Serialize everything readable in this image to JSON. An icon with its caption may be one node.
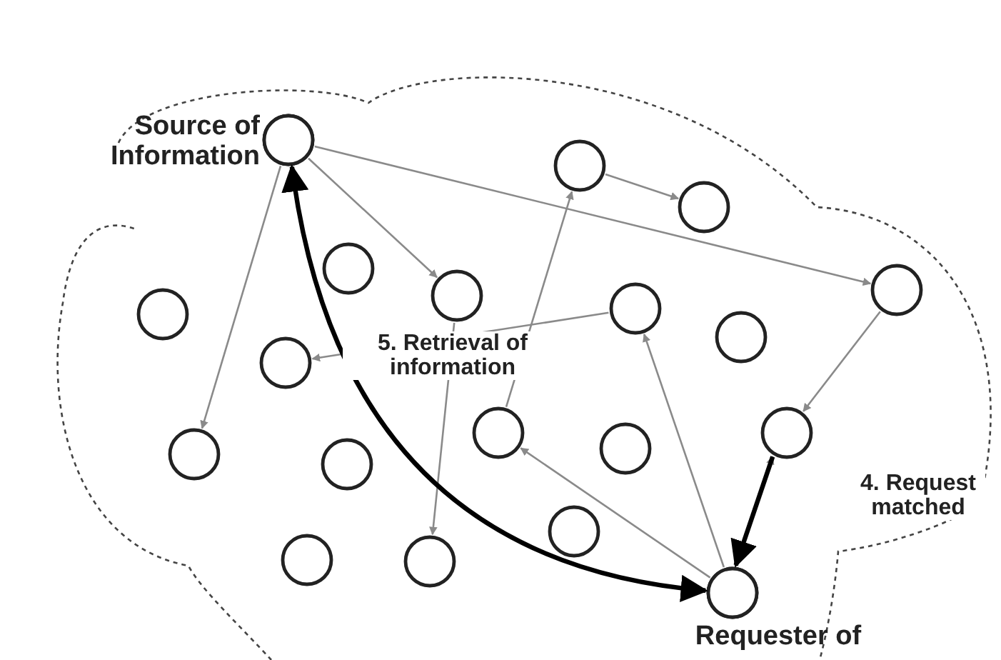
{
  "diagram": {
    "nodes": [
      {
        "text": [
          "Source of Information"
        ]
      },
      {
        "text": [],
        "shape": "circle"
      },
      {
        "text": [],
        "shape": "circle"
      },
      {
        "text": [],
        "shape": "circle"
      },
      {
        "text": [],
        "shape": "circle"
      },
      {
        "text": [],
        "shape": "circle"
      },
      {
        "text": [],
        "shape": "circle"
      },
      {
        "text": [],
        "shape": "circle"
      },
      {
        "text": [],
        "shape": "circle"
      },
      {
        "text": [],
        "shape": "circle"
      },
      {
        "text": [],
        "shape": "circle"
      },
      {
        "text": [],
        "shape": "circle"
      },
      {
        "text": [],
        "shape": "circle"
      },
      {
        "text": [],
        "shape": "circle"
      },
      {
        "text": [],
        "shape": "circle"
      },
      {
        "text": [],
        "shape": "circle"
      },
      {
        "text": [],
        "shape": "circle"
      },
      {
        "text": [],
        "shape": "circle"
      },
      {
        "text": [
          "Requester of"
        ]
      }
    ],
    "edges": [
      {
        "from": 0,
        "to": 5,
        "arrow": "to"
      },
      {
        "from": 0,
        "to": 7,
        "arrow": "to"
      },
      {
        "from": 0,
        "to": 10,
        "arrow": "to"
      },
      {
        "from": 1,
        "to": 2,
        "arrow": "to"
      },
      {
        "from": 7,
        "to": 14,
        "arrow": "to"
      },
      {
        "from": 12,
        "to": 1,
        "arrow": "to"
      },
      {
        "from": 5,
        "to": 17,
        "arrow": "to"
      },
      {
        "from": 6,
        "to": 9,
        "arrow": "to"
      },
      {
        "from": 18,
        "to": 12,
        "arrow": "to"
      },
      {
        "from": 18,
        "to": 6,
        "arrow": "to"
      },
      {
        "from": 18,
        "to": 14,
        "arrow": "to"
      },
      {
        "from": 14,
        "to": 18,
        "arrow": "to",
        "label": "4. Request matched",
        "style": "thick",
        "color": "#000000"
      },
      {
        "from": 18,
        "to": 0,
        "arrow": "both",
        "label": "5. Retrieval of information",
        "style": "thick",
        "color": "#000000"
      }
    ]
  }
}
